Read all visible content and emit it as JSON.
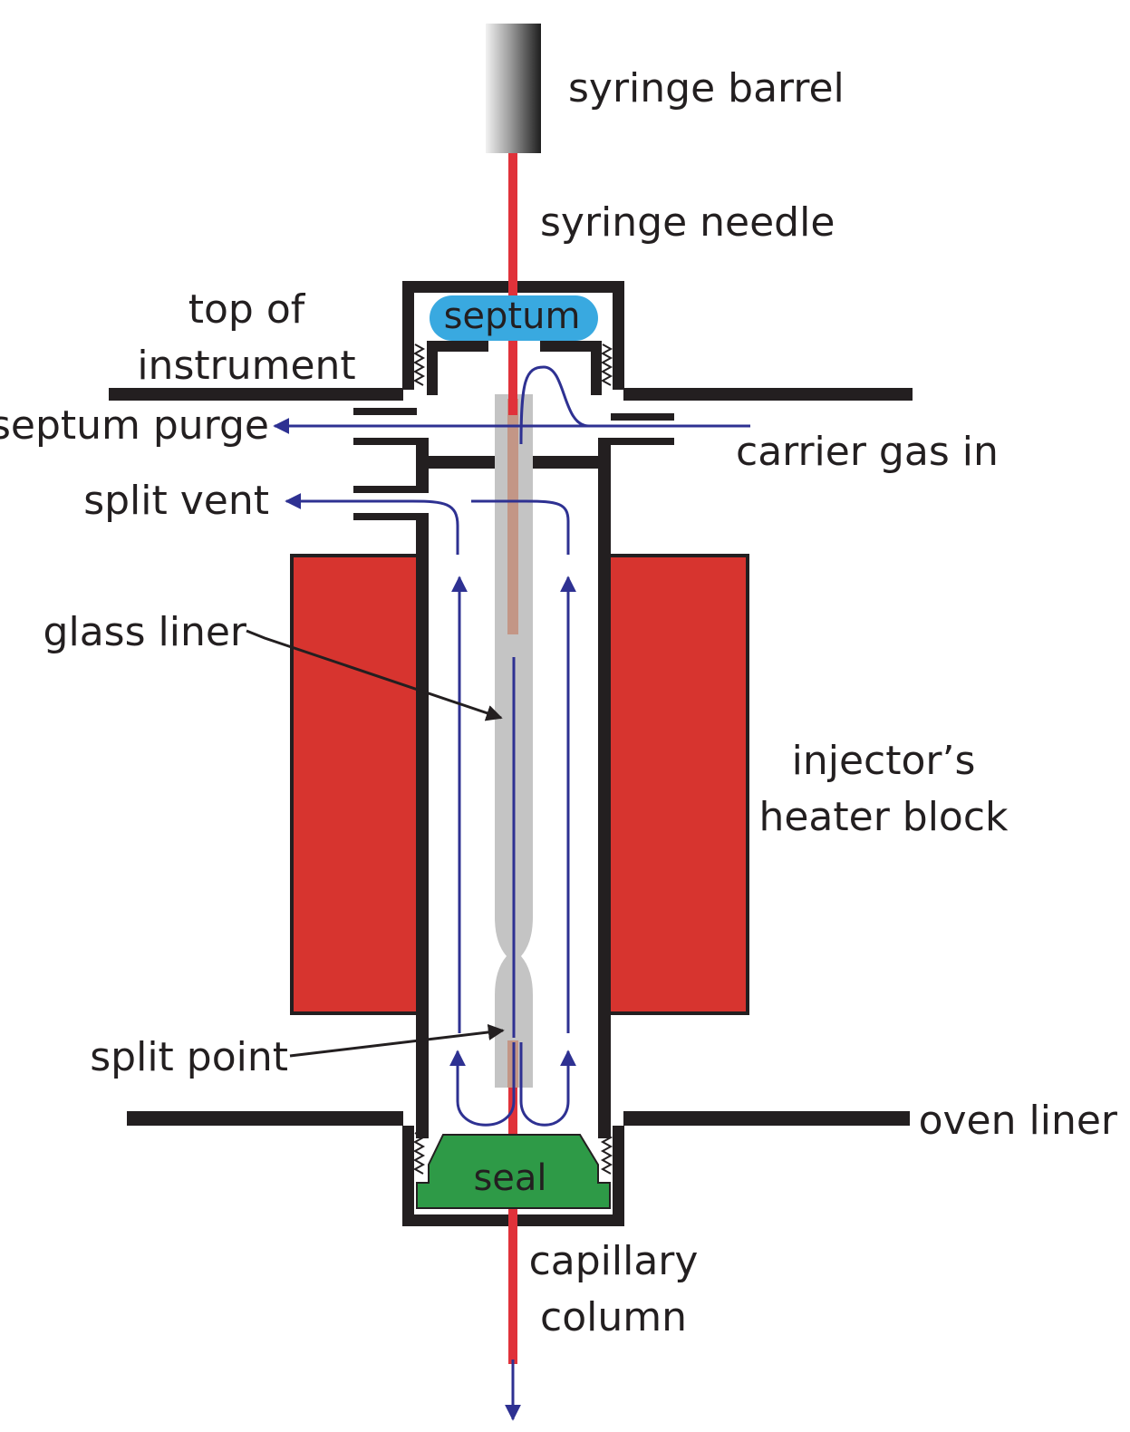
{
  "labels": {
    "syringe_barrel": "syringe barrel",
    "syringe_needle": "syringe needle",
    "top_of_instrument_line1": "top of",
    "top_of_instrument_line2": "instrument",
    "septum": "septum",
    "septum_purge": "septum purge",
    "carrier_gas_in": "carrier gas in",
    "split_vent": "split vent",
    "glass_liner": "glass liner",
    "injector_heater_line1": "injector’s",
    "injector_heater_line2": "heater block",
    "split_point": "split point",
    "oven_liner": "oven liner",
    "seal": "seal",
    "capillary_column_line1": "capillary",
    "capillary_column_line2": "column"
  },
  "colors": {
    "wall": "#231f20",
    "heater": "#d7342f",
    "needle": "#e0323a",
    "septum": "#39a9e0",
    "seal": "#2e9a47",
    "flow": "#2e3192",
    "liner": "#c4c4c4",
    "sample": "#c39686"
  }
}
